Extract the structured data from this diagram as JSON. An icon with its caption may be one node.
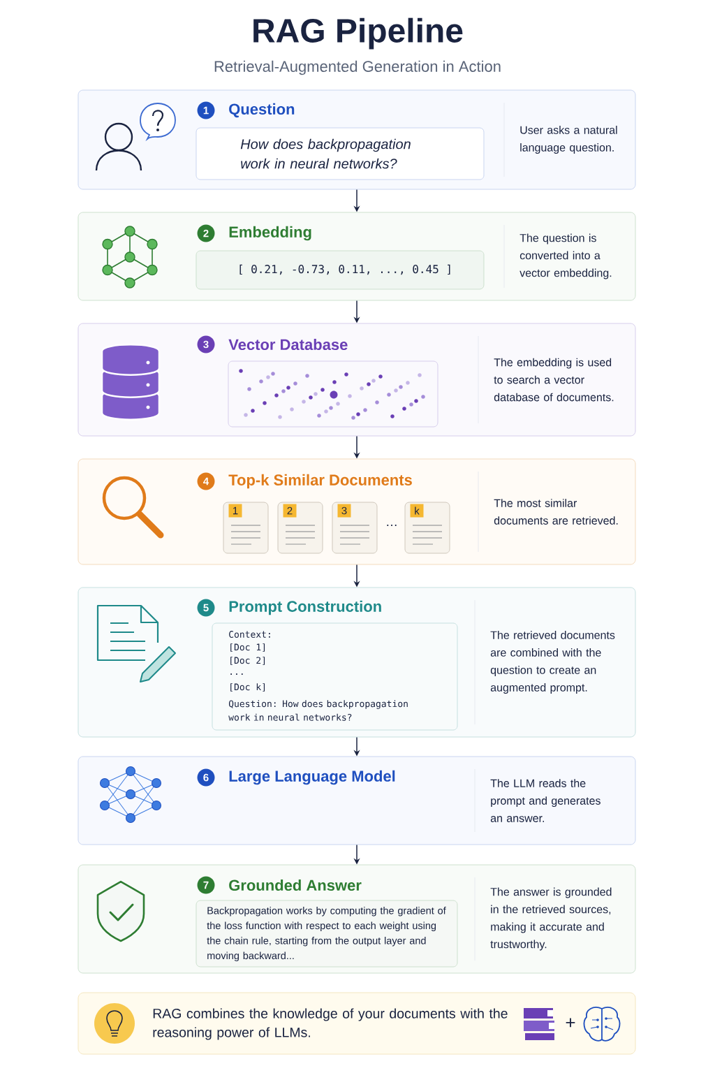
{
  "diagram": {
    "title": "RAG Pipeline",
    "nodes": [
      {
        "text": [
          "1",
          "Question",
          "User asks a natural language question."
        ]
      },
      {
        "text": [
          "2",
          "Embedding",
          "The question is converted into a vector embedding."
        ]
      },
      {
        "text": [
          "3",
          "Vector Database",
          "The embedding is used to search a vector database of documents."
        ]
      },
      {
        "text": [
          "4",
          "Top-k Similar Documents",
          "The most similar documents are retrieved."
        ]
      },
      {
        "text": [
          "5",
          "Prompt Construction",
          "The retrieved documents are combined with the question to create an augmented prompt."
        ]
      },
      {
        "text": [
          "6",
          "Large Language Model",
          "The LLM reads the prompt and generates an answer."
        ]
      },
      {
        "text": [
          "7",
          "Grounded Answer",
          "The answer is grounded in the retrieved sources, making it accurate and trustworthy."
        ]
      },
      {
        "text": [
          "How does backpropagation work in neural networks?"
        ],
        "in": 0
      },
      {
        "text": [
          "[ 0.21, -0.73, 0.11, ..., 0.45 ]"
        ],
        "in": 1
      },
      {
        "text": [],
        "shape": "box",
        "in": 2
      },
      {
        "text": [
          "1"
        ],
        "in": 3
      },
      {
        "text": [
          "2"
        ],
        "in": 3
      },
      {
        "text": [
          "3"
        ],
        "in": 3
      },
      {
        "text": [
          "k"
        ],
        "in": 3
      },
      {
        "text": [
          "Context:",
          "[Doc 1]",
          "[Doc 2]",
          "...",
          "[Doc k]",
          "Question: How does backpropagation work in neural networks?"
        ],
        "in": 4
      },
      {
        "text": [
          "Backpropagation works by computing the gradient of the loss function with respect to each weight using the chain rule, starting from the output layer and moving backward..."
        ],
        "in": 6
      },
      {
        "text": [
          "RAG combines the knowledge of your documents with the reasoning power of LLMs."
        ]
      }
    ],
    "edges": [
      {
        "from": 0,
        "to": 1,
        "arrow": "to"
      },
      {
        "from": 1,
        "to": 2,
        "arrow": "to"
      },
      {
        "from": 2,
        "to": 3,
        "arrow": "to"
      },
      {
        "from": 3,
        "to": 4,
        "arrow": "to"
      },
      {
        "from": 4,
        "to": 5,
        "arrow": "to"
      },
      {
        "from": 5,
        "to": 6,
        "arrow": "to"
      }
    ],
    "labels": [
      "Retrieval-Augmented Generation in Action",
      "…",
      "+"
    ]
  }
}
